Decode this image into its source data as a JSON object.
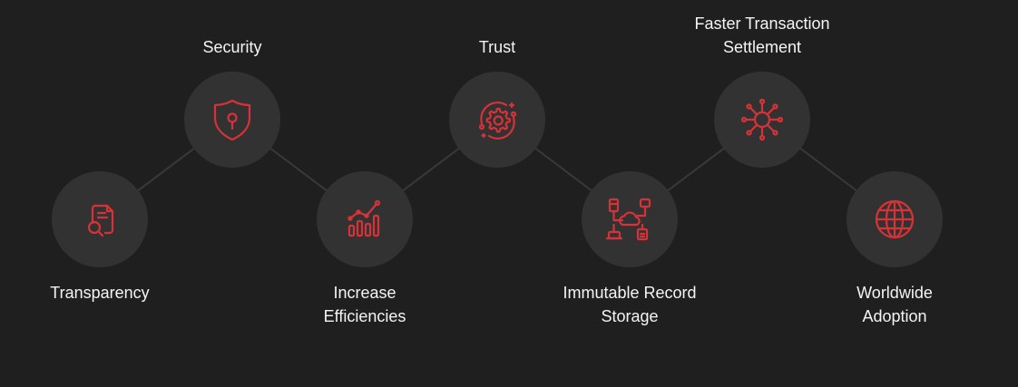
{
  "steps": [
    {
      "label": "Transparency",
      "icon": "document-search-icon"
    },
    {
      "label": "Security",
      "icon": "shield-lock-icon"
    },
    {
      "label": "Increase\nEfficiencies",
      "icon": "bar-chart-growth-icon"
    },
    {
      "label": "Trust",
      "icon": "gear-cycle-icon"
    },
    {
      "label": "Immutable Record\nStorage",
      "icon": "cloud-network-storage-icon"
    },
    {
      "label": "Faster Transaction\nSettlement",
      "icon": "network-hub-icon"
    },
    {
      "label": "Worldwide\nAdoption",
      "icon": "globe-icon"
    }
  ],
  "colors": {
    "background": "#201f20",
    "node": "#333233",
    "accent": "#d63237",
    "connector": "#3a393a",
    "text": "#f4f4f4"
  }
}
